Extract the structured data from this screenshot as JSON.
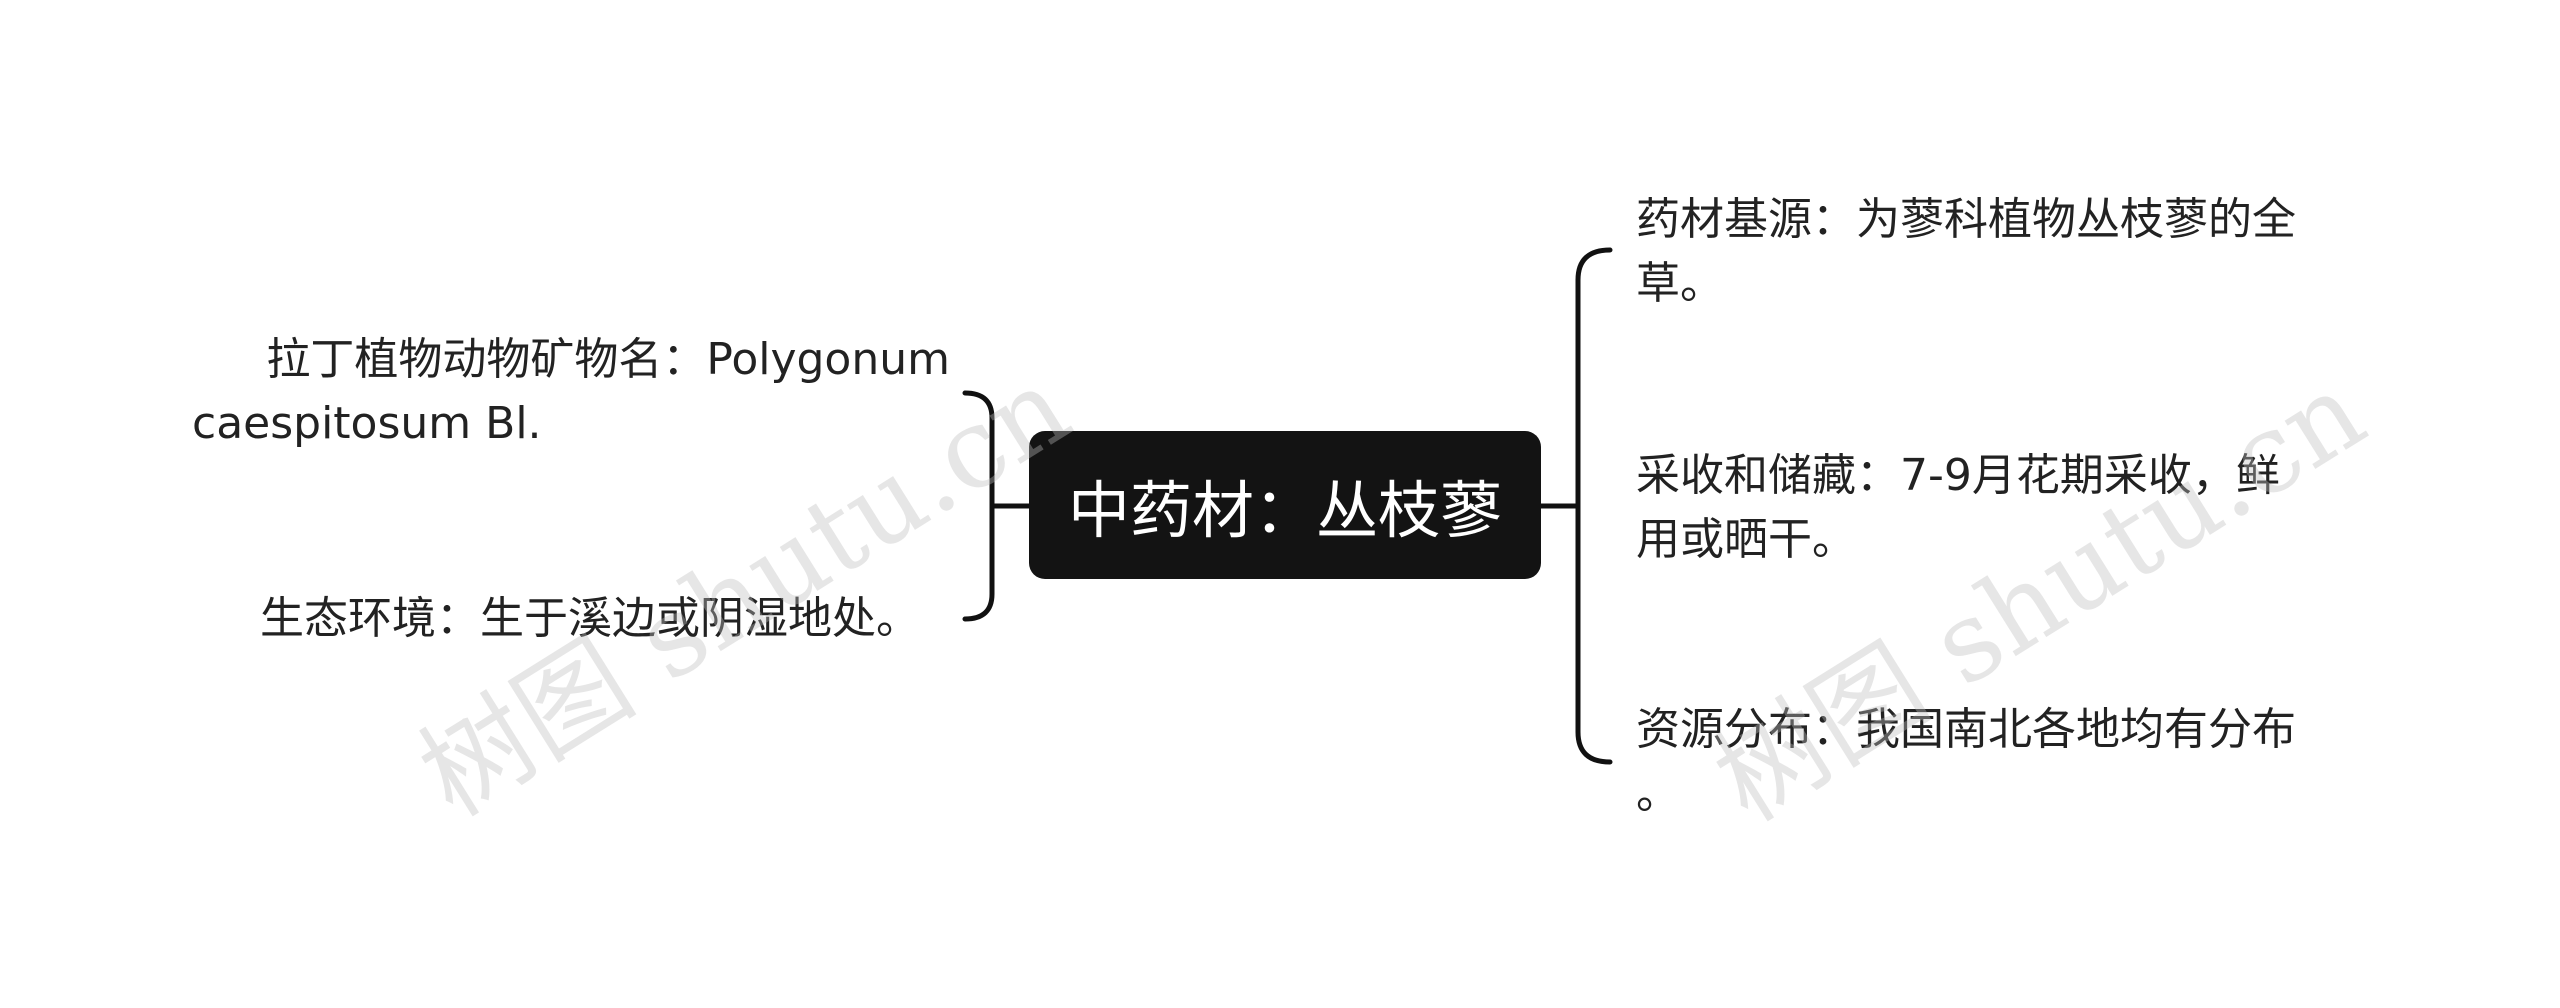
{
  "root": {
    "label": "中药材：丛枝蓼"
  },
  "left_nodes": [
    {
      "lines": [
        "拉丁植物动物矿物名：Polygonum",
        " caespitosum Bl."
      ]
    },
    {
      "lines": [
        "生态环境：生于溪边或阴湿地处。"
      ]
    }
  ],
  "right_nodes": [
    {
      "lines": [
        "药材基源：为蓼科植物丛枝蓼的全",
        "草。"
      ]
    },
    {
      "lines": [
        "采收和储藏：7-9月花期采收，鲜",
        "用或晒干。"
      ]
    },
    {
      "lines": [
        "资源分布：我国南北各地均有分布",
        "。"
      ]
    }
  ],
  "watermark": {
    "text": "树图 shutu.cn"
  },
  "colors": {
    "root_background": "#131313",
    "root_text": "#ffffff",
    "connector": "#111111",
    "node_text": "#222222",
    "background": "#ffffff"
  }
}
